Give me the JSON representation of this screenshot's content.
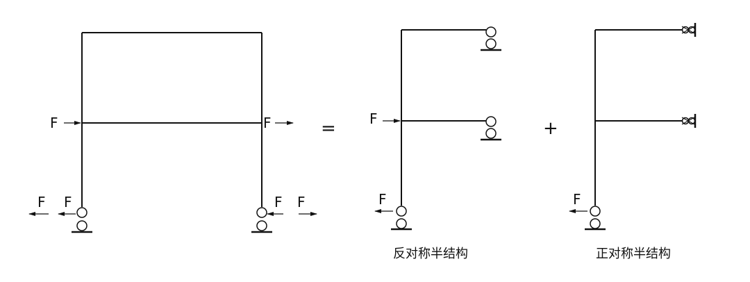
{
  "equals_sign": "=",
  "plus_sign": "+",
  "frame": {
    "force_labels": {
      "beam_left": "F",
      "beam_right": "F",
      "base_left_outer": "F",
      "base_left_inner": "F",
      "base_right_inner": "F",
      "base_right_outer": "F"
    }
  },
  "antisymmetric": {
    "caption": "反对称半结构",
    "force_labels": {
      "beam": "F",
      "base": "F"
    }
  },
  "symmetric": {
    "caption": "正对称半结构",
    "force_labels": {
      "base": "F"
    }
  }
}
